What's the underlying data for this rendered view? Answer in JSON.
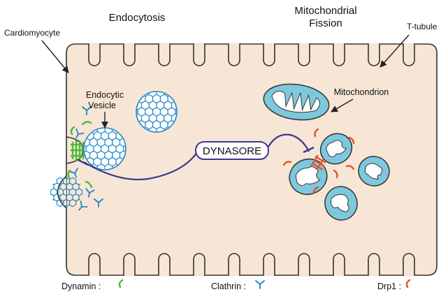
{
  "labels": {
    "endocytosis": "Endocytosis",
    "fission_line1": "Mitochondrial",
    "fission_line2": "Fission",
    "cardiomyocyte": "Cardiomyocyte",
    "ttubule": "T-tubule",
    "vesicle_line1": "Endocytic",
    "vesicle_line2": "Vesicle",
    "mitochondrion": "Mitochondrion",
    "dynasore": "DYNASORE"
  },
  "legend": {
    "dynamin": "Dynamin :",
    "clathrin": "Clathrin :",
    "drp1": "Drp1 :"
  },
  "colors": {
    "cell_fill": "#f7e6d6",
    "outline": "#333333",
    "clathrin": "#1f86c4",
    "dynamin": "#4fb83a",
    "drp1": "#e0552a",
    "mito_fill": "#7ec8de",
    "inhibitor": "#3c3891"
  }
}
